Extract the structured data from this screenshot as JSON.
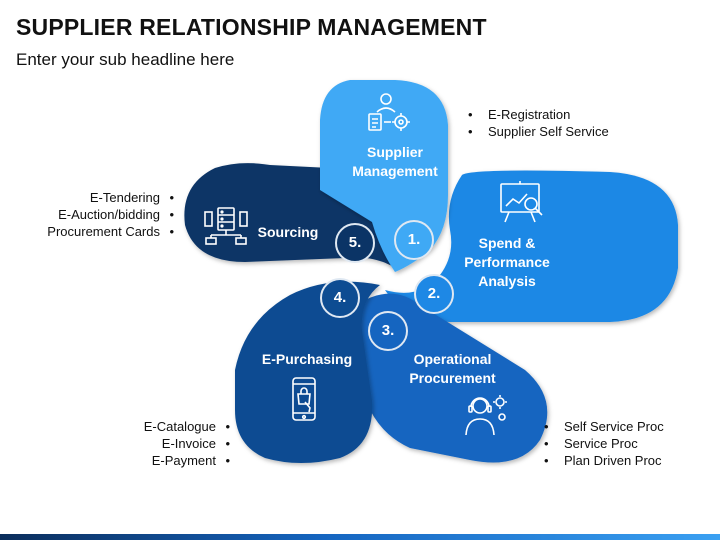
{
  "header": {
    "title": "SUPPLIER RELATIONSHIP MANAGEMENT",
    "subtitle": "Enter your sub headline here"
  },
  "colors": {
    "petal_1": "#3fa9f5",
    "petal_2": "#1e88e5",
    "petal_3": "#1565c0",
    "petal_4": "#0d4c92",
    "petal_5": "#0b3466",
    "number_circle": "#dfe8f2"
  },
  "steps": [
    {
      "number": "1.",
      "label_lines": [
        "Supplier",
        "Management"
      ],
      "icon": "supplier-management-icon",
      "bullets": [
        "E-Registration",
        "Supplier Self Service"
      ]
    },
    {
      "number": "2.",
      "label_lines": [
        "Spend &",
        "Performance",
        "Analysis"
      ],
      "icon": "presentation-analysis-icon",
      "bullets": []
    },
    {
      "number": "3.",
      "label_lines": [
        "Operational",
        "Procurement"
      ],
      "icon": "support-agent-icon",
      "bullets": [
        "Self Service Proc",
        "Service Proc",
        "Plan Driven Proc"
      ]
    },
    {
      "number": "4.",
      "label_lines": [
        "E-Purchasing"
      ],
      "icon": "mobile-shopping-icon",
      "bullets": [
        "E-Catalogue",
        "E-Invoice",
        "E-Payment"
      ]
    },
    {
      "number": "5.",
      "label_lines": [
        "Sourcing"
      ],
      "icon": "server-network-icon",
      "bullets": [
        "E-Tendering",
        "E-Auction/bidding",
        "Procurement Cards"
      ]
    }
  ]
}
